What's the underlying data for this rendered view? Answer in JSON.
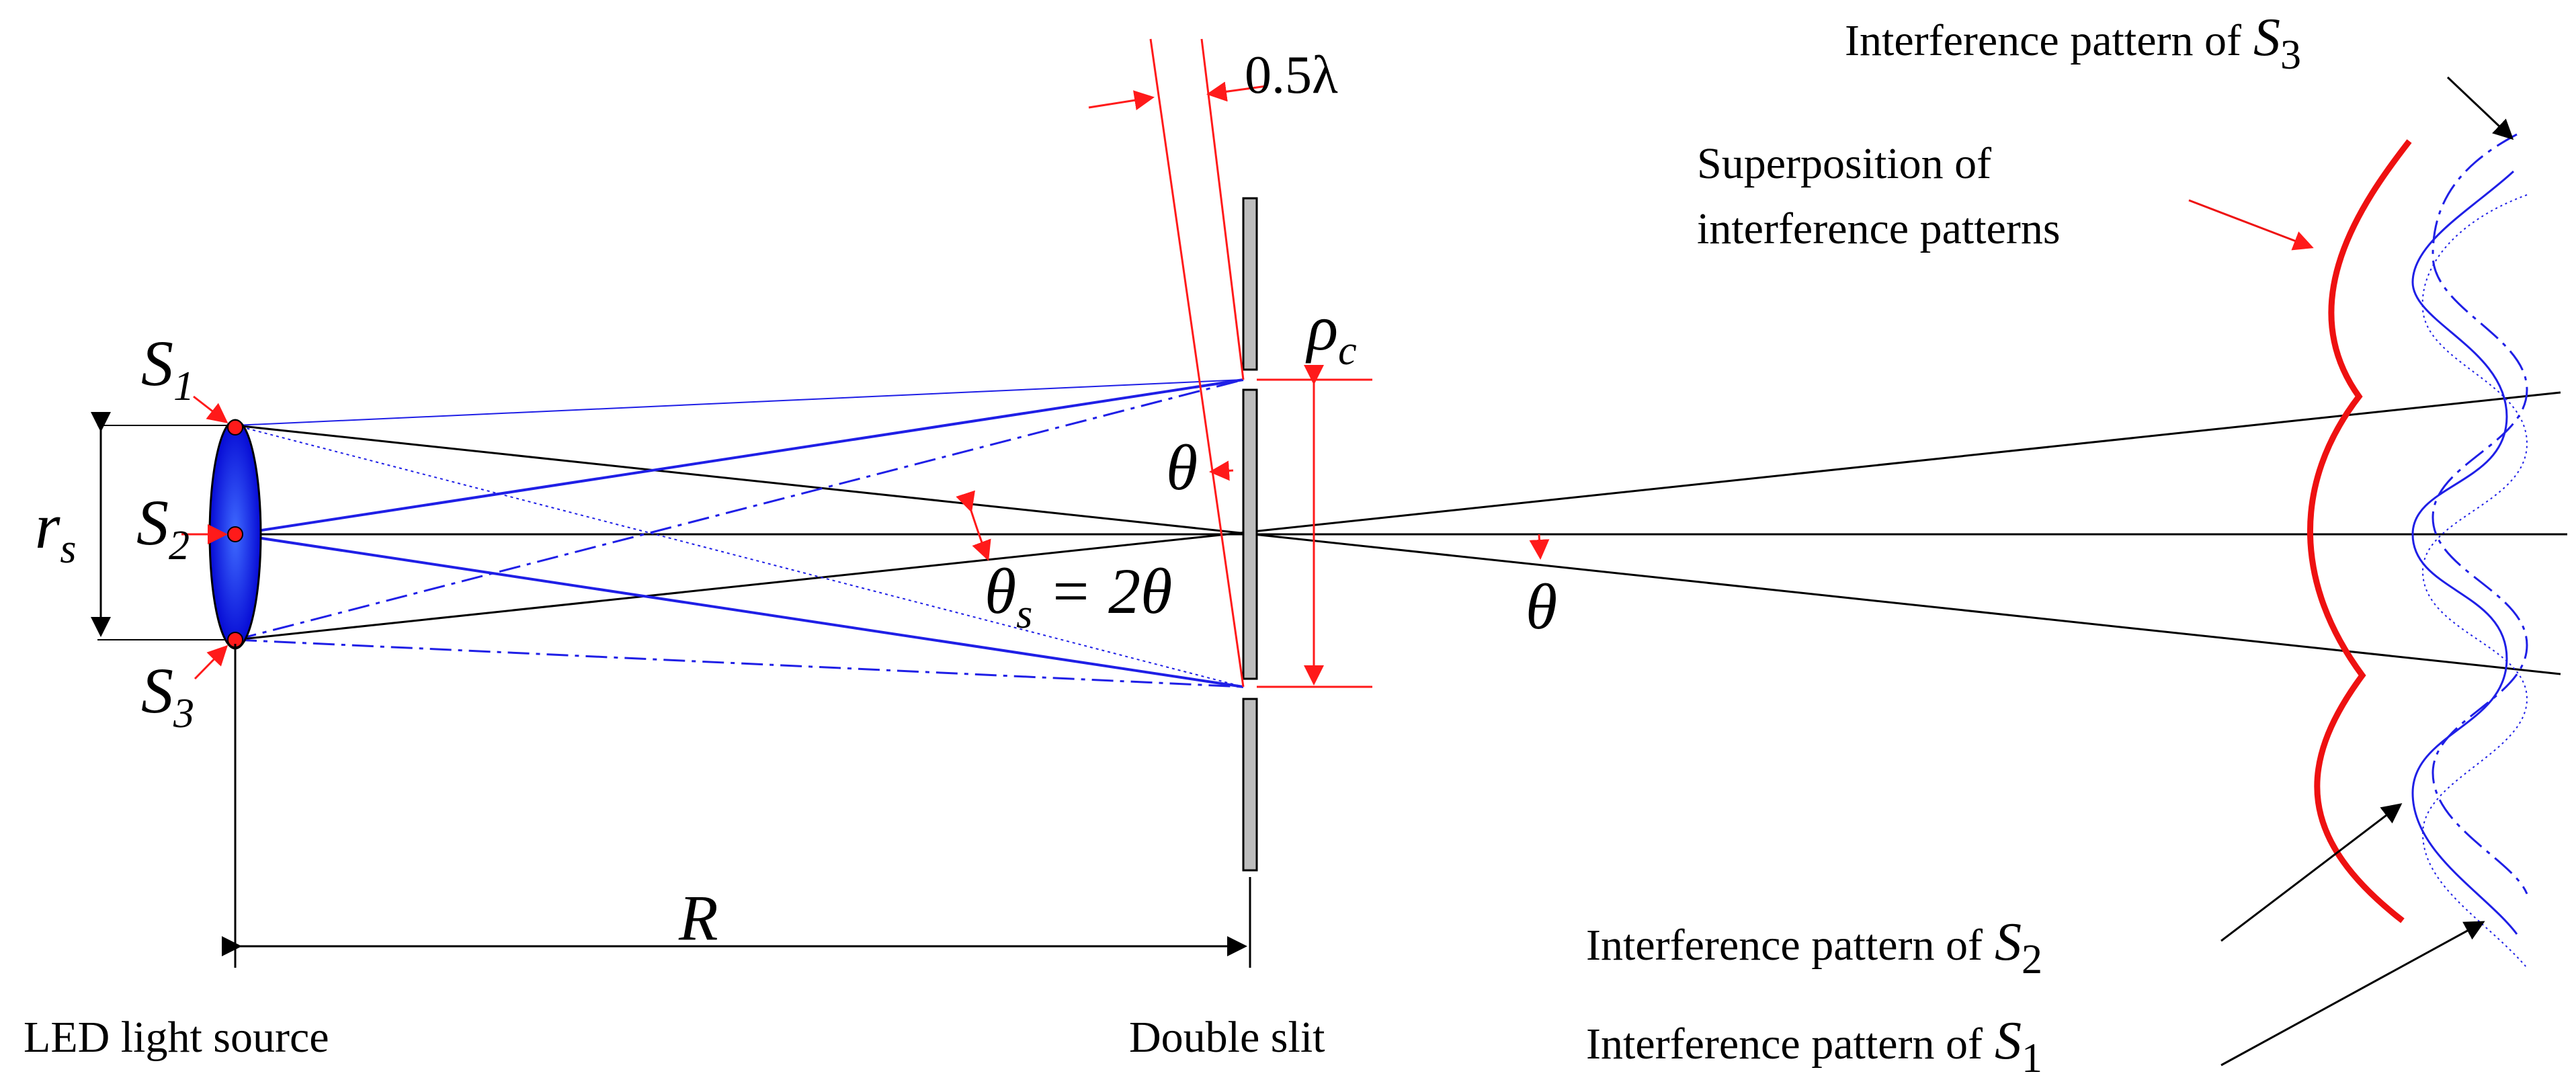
{
  "labels": {
    "source": "LED light source",
    "slit": "Double slit",
    "pattern_s3": "Interference pattern of",
    "pattern_s2": "Interference pattern of",
    "pattern_s1": "Interference pattern of",
    "superposition_line1": "Superposition of",
    "superposition_line2": "interference patterns"
  },
  "symbols": {
    "s1": "S",
    "s1_sub": "1",
    "s2": "S",
    "s2_sub": "2",
    "s3": "S",
    "s3_sub": "3",
    "rs": "r",
    "rs_sub": "s",
    "rho": "ρ",
    "rho_sub": "c",
    "theta": "θ",
    "theta_s": "θ",
    "theta_s_sub": "s",
    "theta_s_rhs": " = 2θ",
    "R": "R",
    "half_lambda": "0.5λ",
    "pattern_s3_sym": "S",
    "pattern_s3_sub": "3",
    "pattern_s2_sym": "S",
    "pattern_s2_sub": "2",
    "pattern_s1_sym": "S",
    "pattern_s1_sub": "1"
  },
  "colors": {
    "ray_blue": "#1f1fe6",
    "source_blue": "#1a3cff",
    "annotation_red": "#ff1a1a",
    "superposition_red": "#ee1111",
    "black": "#000000",
    "slit_gray": "#bdbdbd"
  }
}
